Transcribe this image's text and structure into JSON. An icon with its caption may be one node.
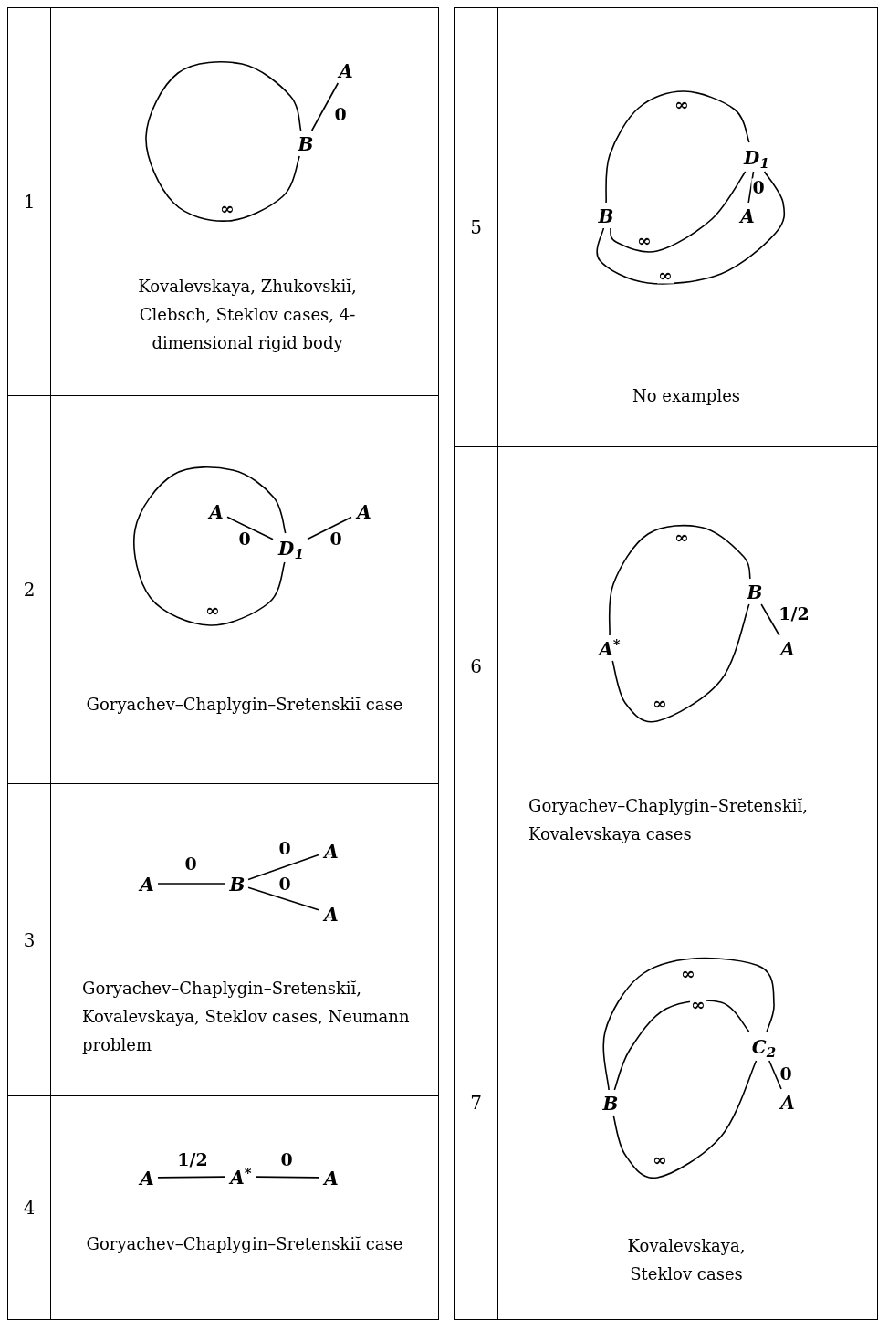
{
  "diagram": {
    "nodes": [
      {
        "text": [
          "1"
        ]
      },
      {
        "text": [
          "Kovalevskaya, Zhukovskiĭ, Clebsch, Steklov cases, 4-dimensional rigid body"
        ]
      },
      {
        "text": [
          "A"
        ],
        "in": 1
      },
      {
        "text": [
          "B"
        ],
        "in": 1
      },
      {
        "text": [
          "2"
        ]
      },
      {
        "text": [
          "Goryachev–Chaplygin–Sretenskiĭ case"
        ]
      },
      {
        "text": [
          "A"
        ],
        "in": 5
      },
      {
        "text": [
          "D$_{1}$"
        ],
        "in": 5
      },
      {
        "text": [
          "A"
        ],
        "in": 5
      },
      {
        "text": [
          "3"
        ]
      },
      {
        "text": [
          "Goryachev–Chaplygin–Sretenskiĭ, Kovalevskaya, Steklov cases, Neumann problem"
        ]
      },
      {
        "text": [
          "A"
        ],
        "in": 10
      },
      {
        "text": [
          "B"
        ],
        "in": 10
      },
      {
        "text": [
          "A"
        ],
        "in": 10
      },
      {
        "text": [
          "A"
        ],
        "in": 10
      },
      {
        "text": [
          "4"
        ]
      },
      {
        "text": [
          "Goryachev–Chaplygin–Sretenskiĭ case"
        ]
      },
      {
        "text": [
          "A"
        ],
        "in": 16
      },
      {
        "text": [
          "A$^{*}$"
        ],
        "in": 16
      },
      {
        "text": [
          "A"
        ],
        "in": 16
      },
      {
        "text": [
          "5"
        ]
      },
      {
        "text": [
          "No examples"
        ]
      },
      {
        "text": [
          "D$_{1}$"
        ],
        "in": 21
      },
      {
        "text": [
          "B"
        ],
        "in": 21
      },
      {
        "text": [
          "A"
        ],
        "in": 21
      },
      {
        "text": [
          "6"
        ]
      },
      {
        "text": [
          "Goryachev–Chaplygin–Sretenskiĭ, Kovalevskaya cases"
        ]
      },
      {
        "text": [
          "B"
        ],
        "in": 26
      },
      {
        "text": [
          "A$^{*}$"
        ],
        "in": 26
      },
      {
        "text": [
          "A"
        ],
        "in": 26
      },
      {
        "text": [
          "7"
        ]
      },
      {
        "text": [
          "Kovalevskaya, Steklov cases"
        ]
      },
      {
        "text": [
          "C$_{2}$"
        ],
        "in": 31
      },
      {
        "text": [
          "B"
        ],
        "in": 31
      },
      {
        "text": [
          "A"
        ],
        "in": 31
      }
    ],
    "edges": [
      {
        "from": 3,
        "to": 3,
        "arrow": "none",
        "label": "∞"
      },
      {
        "from": 3,
        "to": 2,
        "arrow": "none",
        "label": "0"
      },
      {
        "from": 7,
        "to": 7,
        "arrow": "none",
        "label": "∞"
      },
      {
        "from": 6,
        "to": 7,
        "arrow": "none",
        "label": "0"
      },
      {
        "from": 7,
        "to": 8,
        "arrow": "none",
        "label": "0"
      },
      {
        "from": 11,
        "to": 12,
        "arrow": "none",
        "label": "0"
      },
      {
        "from": 12,
        "to": 13,
        "arrow": "none",
        "label": "0"
      },
      {
        "from": 12,
        "to": 14,
        "arrow": "none",
        "label": "0"
      },
      {
        "from": 17,
        "to": 18,
        "arrow": "none",
        "label": "1/2"
      },
      {
        "from": 18,
        "to": 19,
        "arrow": "none",
        "label": "0"
      },
      {
        "from": 23,
        "to": 22,
        "arrow": "none",
        "label": "∞"
      },
      {
        "from": 23,
        "to": 22,
        "arrow": "none",
        "label": "∞"
      },
      {
        "from": 23,
        "to": 22,
        "arrow": "none",
        "label": "∞"
      },
      {
        "from": 22,
        "to": 24,
        "arrow": "none",
        "label": "0"
      },
      {
        "from": 28,
        "to": 27,
        "arrow": "none",
        "label": "∞"
      },
      {
        "from": 28,
        "to": 27,
        "arrow": "none",
        "label": "∞"
      },
      {
        "from": 27,
        "to": 29,
        "arrow": "none",
        "label": "1/2"
      },
      {
        "from": 33,
        "to": 32,
        "arrow": "none",
        "label": "∞"
      },
      {
        "from": 33,
        "to": 32,
        "arrow": "none",
        "label": "∞"
      },
      {
        "from": 33,
        "to": 32,
        "arrow": "none",
        "label": "∞"
      },
      {
        "from": 32,
        "to": 34,
        "arrow": "none",
        "label": "0"
      }
    ]
  }
}
